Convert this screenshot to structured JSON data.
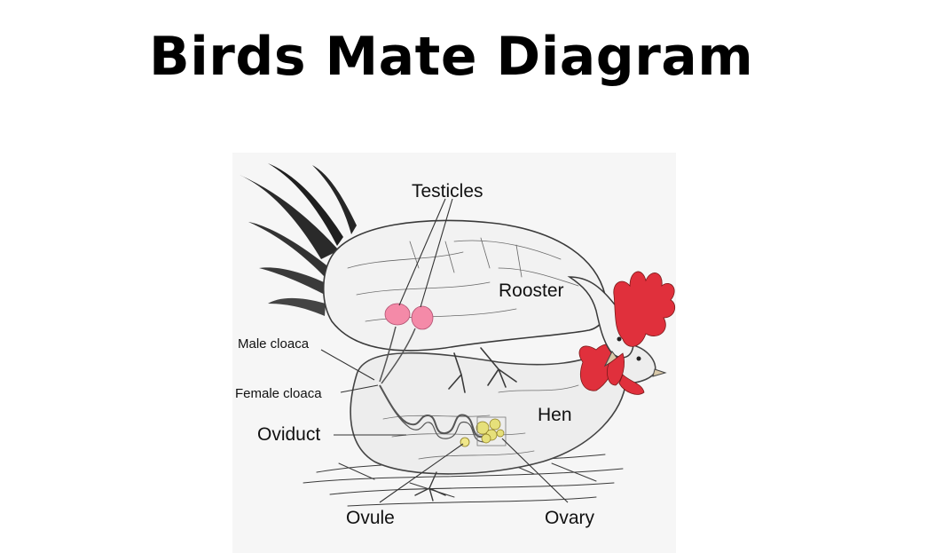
{
  "title": "Birds Mate Diagram",
  "labels": {
    "testicles": "Testicles",
    "rooster": "Rooster",
    "male_cloaca": "Male cloaca",
    "female_cloaca": "Female cloaca",
    "hen": "Hen",
    "oviduct": "Oviduct",
    "ovule": "Ovule",
    "ovary": "Ovary"
  },
  "colors": {
    "comb": "#e0303c",
    "testicles": "#f48aa8",
    "ovary": "#e6e07a",
    "background": "#f6f6f6"
  }
}
